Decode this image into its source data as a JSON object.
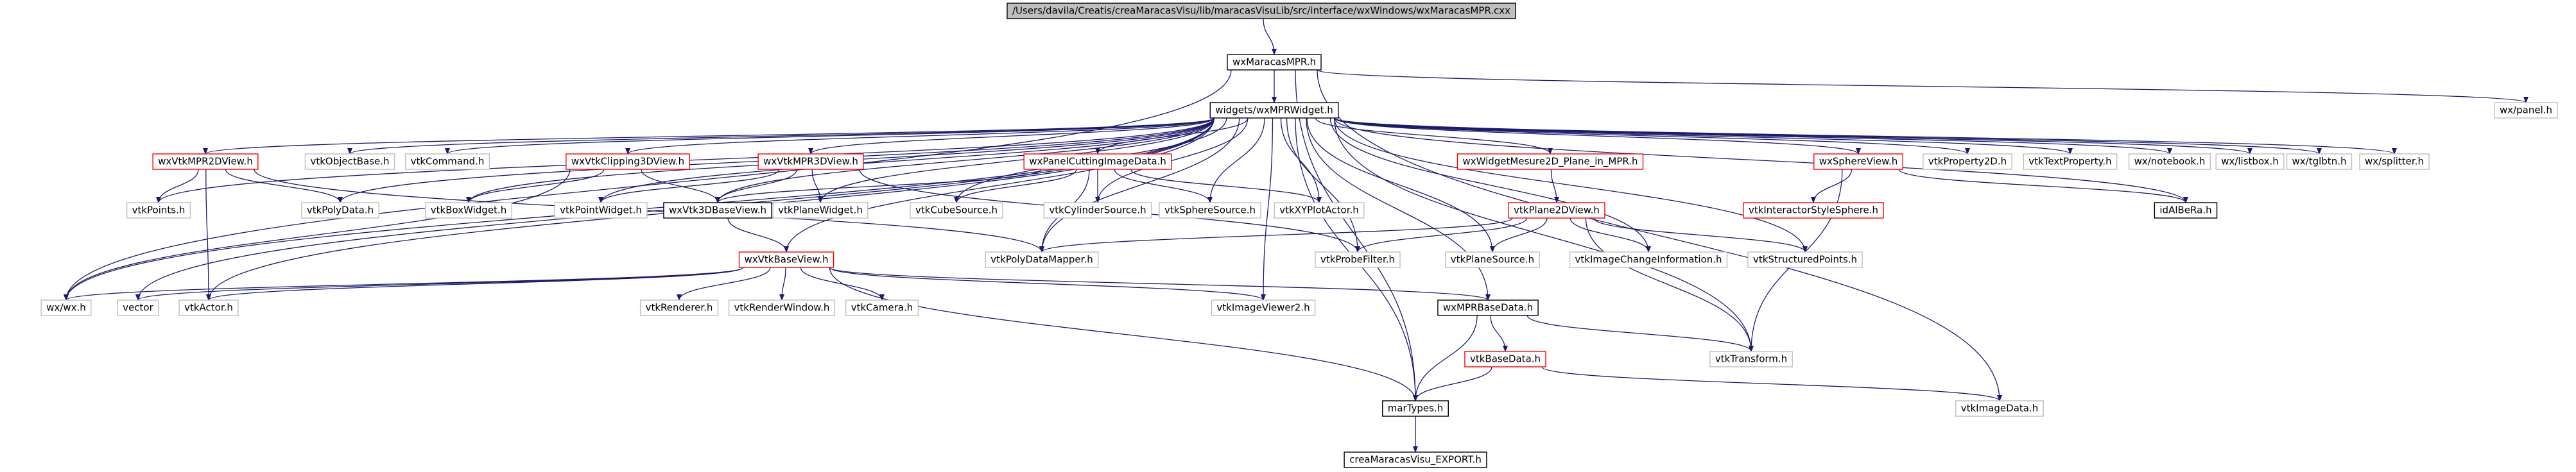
{
  "colors": {
    "root_fill": "#bfbfbf",
    "edge": "#191970",
    "red_border": "#ff0000",
    "black_border": "#000000",
    "gray_border": "#bfbfbf",
    "text": "#000000"
  },
  "nodes": [
    {
      "id": "root",
      "label": "/Users/davila/Creatis/creaMaracasVisu/lib/maracasVisuLib/src/interface/wxWindows/wxMaracasMPR.cxx",
      "style": "root"
    },
    {
      "id": "wxMaracasMPR",
      "label": "wxMaracasMPR.h",
      "style": "black"
    },
    {
      "id": "wxpanel",
      "label": "wx/panel.h",
      "style": "gray"
    },
    {
      "id": "wxMPRWidget",
      "label": "widgets/wxMPRWidget.h",
      "style": "black"
    },
    {
      "id": "wxVtkMPR2DView",
      "label": "wxVtkMPR2DView.h",
      "style": "red"
    },
    {
      "id": "vtkObjectBase",
      "label": "vtkObjectBase.h",
      "style": "gray"
    },
    {
      "id": "vtkCommand",
      "label": "vtkCommand.h",
      "style": "gray"
    },
    {
      "id": "wxVtkClipping3DView",
      "label": "wxVtkClipping3DView.h",
      "style": "red"
    },
    {
      "id": "wxVtkMPR3DView",
      "label": "wxVtkMPR3DView.h",
      "style": "red"
    },
    {
      "id": "wxPanelCuttingImageData",
      "label": "wxPanelCuttingImageData.h",
      "style": "red"
    },
    {
      "id": "wxWidgetMesure2D",
      "label": "wxWidgetMesure2D_Plane_in_MPR.h",
      "style": "red"
    },
    {
      "id": "wxSphereView",
      "label": "wxSphereView.h",
      "style": "red"
    },
    {
      "id": "vtkProperty2D",
      "label": "vtkProperty2D.h",
      "style": "gray"
    },
    {
      "id": "vtkTextProperty",
      "label": "vtkTextProperty.h",
      "style": "gray"
    },
    {
      "id": "wxnotebook",
      "label": "wx/notebook.h",
      "style": "gray"
    },
    {
      "id": "wxlistbox",
      "label": "wx/listbox.h",
      "style": "gray"
    },
    {
      "id": "wxtglbtn",
      "label": "wx/tglbtn.h",
      "style": "gray"
    },
    {
      "id": "wxsplitter",
      "label": "wx/splitter.h",
      "style": "gray"
    },
    {
      "id": "vtkPoints",
      "label": "vtkPoints.h",
      "style": "gray"
    },
    {
      "id": "vtkPolyData",
      "label": "vtkPolyData.h",
      "style": "gray"
    },
    {
      "id": "vtkBoxWidget",
      "label": "vtkBoxWidget.h",
      "style": "gray"
    },
    {
      "id": "vtkPointWidget",
      "label": "vtkPointWidget.h",
      "style": "gray"
    },
    {
      "id": "wxVtk3DBaseView",
      "label": "wxVtk3DBaseView.h",
      "style": "black"
    },
    {
      "id": "vtkPlaneWidget",
      "label": "vtkPlaneWidget.h",
      "style": "gray"
    },
    {
      "id": "vtkCubeSource",
      "label": "vtkCubeSource.h",
      "style": "gray"
    },
    {
      "id": "vtkCylinderSource",
      "label": "vtkCylinderSource.h",
      "style": "gray"
    },
    {
      "id": "vtkSphereSource",
      "label": "vtkSphereSource.h",
      "style": "gray"
    },
    {
      "id": "vtkXYPlotActor",
      "label": "vtkXYPlotActor.h",
      "style": "gray"
    },
    {
      "id": "vtkPlane2DView",
      "label": "vtkPlane2DView.h",
      "style": "red"
    },
    {
      "id": "vtkInteractorStyleSphere",
      "label": "vtkInteractorStyleSphere.h",
      "style": "red"
    },
    {
      "id": "idAlBeRa",
      "label": "idAlBeRa.h",
      "style": "black"
    },
    {
      "id": "vtkPolyDataMapper",
      "label": "vtkPolyDataMapper.h",
      "style": "gray"
    },
    {
      "id": "vtkProbeFilter",
      "label": "vtkProbeFilter.h",
      "style": "gray"
    },
    {
      "id": "vtkPlaneSource",
      "label": "vtkPlaneSource.h",
      "style": "gray"
    },
    {
      "id": "vtkImageChangeInformation",
      "label": "vtkImageChangeInformation.h",
      "style": "gray"
    },
    {
      "id": "vtkStructuredPoints",
      "label": "vtkStructuredPoints.h",
      "style": "gray"
    },
    {
      "id": "wxVtkBaseView",
      "label": "wxVtkBaseView.h",
      "style": "red"
    },
    {
      "id": "wxwx",
      "label": "wx/wx.h",
      "style": "gray"
    },
    {
      "id": "vector",
      "label": "vector",
      "style": "gray"
    },
    {
      "id": "vtkActor",
      "label": "vtkActor.h",
      "style": "gray"
    },
    {
      "id": "vtkRenderer",
      "label": "vtkRenderer.h",
      "style": "gray"
    },
    {
      "id": "vtkRenderWindow",
      "label": "vtkRenderWindow.h",
      "style": "gray"
    },
    {
      "id": "vtkCamera",
      "label": "vtkCamera.h",
      "style": "gray"
    },
    {
      "id": "vtkImageViewer2",
      "label": "vtkImageViewer2.h",
      "style": "gray"
    },
    {
      "id": "wxMPRBaseData",
      "label": "wxMPRBaseData.h",
      "style": "black"
    },
    {
      "id": "vtkTransform",
      "label": "vtkTransform.h",
      "style": "gray"
    },
    {
      "id": "vtkBaseData",
      "label": "vtkBaseData.h",
      "style": "red"
    },
    {
      "id": "marTypes",
      "label": "marTypes.h",
      "style": "black"
    },
    {
      "id": "vtkImageData",
      "label": "vtkImageData.h",
      "style": "gray"
    },
    {
      "id": "creaExport",
      "label": "creaMaracasVisu_EXPORT.h",
      "style": "black"
    }
  ],
  "edges": [
    [
      "root",
      "wxMaracasMPR"
    ],
    [
      "wxMaracasMPR",
      "wxpanel"
    ],
    [
      "wxMaracasMPR",
      "wxMPRWidget"
    ],
    [
      "wxMaracasMPR",
      "wxwx"
    ],
    [
      "wxMaracasMPR",
      "marTypes"
    ],
    [
      "wxMaracasMPR",
      "vtkImageData"
    ],
    [
      "wxMPRWidget",
      "wxVtkMPR2DView"
    ],
    [
      "wxMPRWidget",
      "vtkObjectBase"
    ],
    [
      "wxMPRWidget",
      "vtkCommand"
    ],
    [
      "wxMPRWidget",
      "wxVtkClipping3DView"
    ],
    [
      "wxMPRWidget",
      "wxVtkMPR3DView"
    ],
    [
      "wxMPRWidget",
      "wxPanelCuttingImageData"
    ],
    [
      "wxMPRWidget",
      "wxWidgetMesure2D"
    ],
    [
      "wxMPRWidget",
      "wxSphereView"
    ],
    [
      "wxMPRWidget",
      "vtkProperty2D"
    ],
    [
      "wxMPRWidget",
      "vtkTextProperty"
    ],
    [
      "wxMPRWidget",
      "wxnotebook"
    ],
    [
      "wxMPRWidget",
      "wxlistbox"
    ],
    [
      "wxMPRWidget",
      "wxtglbtn"
    ],
    [
      "wxMPRWidget",
      "wxsplitter"
    ],
    [
      "wxMPRWidget",
      "vtkPoints"
    ],
    [
      "wxMPRWidget",
      "vtkPolyData"
    ],
    [
      "wxMPRWidget",
      "vtkBoxWidget"
    ],
    [
      "wxMPRWidget",
      "vtkPointWidget"
    ],
    [
      "wxMPRWidget",
      "wxVtk3DBaseView"
    ],
    [
      "wxMPRWidget",
      "vtkPlaneWidget"
    ],
    [
      "wxMPRWidget",
      "vtkCubeSource"
    ],
    [
      "wxMPRWidget",
      "vtkCylinderSource"
    ],
    [
      "wxMPRWidget",
      "vtkSphereSource"
    ],
    [
      "wxMPRWidget",
      "vtkXYPlotActor"
    ],
    [
      "wxMPRWidget",
      "vtkPlaneSource"
    ],
    [
      "wxMPRWidget",
      "vtkImageChangeInformation"
    ],
    [
      "wxMPRWidget",
      "vtkStructuredPoints"
    ],
    [
      "wxMPRWidget",
      "idAlBeRa"
    ],
    [
      "wxMPRWidget",
      "vtkTransform"
    ],
    [
      "wxMPRWidget",
      "wxVtkBaseView"
    ],
    [
      "wxMPRWidget",
      "vector"
    ],
    [
      "wxMPRWidget",
      "vtkActor"
    ],
    [
      "wxMPRWidget",
      "vtkImageViewer2"
    ],
    [
      "wxMPRWidget",
      "wxMPRBaseData"
    ],
    [
      "wxMPRWidget",
      "marTypes"
    ],
    [
      "wxMPRWidget",
      "wxwx"
    ],
    [
      "wxMPRWidget",
      "vtkProbeFilter"
    ],
    [
      "wxMPRWidget",
      "vtkPolyDataMapper"
    ],
    [
      "wxVtkMPR2DView",
      "vtkPoints"
    ],
    [
      "wxVtkMPR2DView",
      "vtkPolyData"
    ],
    [
      "wxVtkMPR2DView",
      "vtkActor"
    ],
    [
      "wxVtkMPR2DView",
      "vtkPolyDataMapper"
    ],
    [
      "wxVtkClipping3DView",
      "wxVtk3DBaseView"
    ],
    [
      "wxVtkClipping3DView",
      "vtkBoxWidget"
    ],
    [
      "wxVtkClipping3DView",
      "wxwx"
    ],
    [
      "wxVtkMPR3DView",
      "wxVtk3DBaseView"
    ],
    [
      "wxVtkMPR3DView",
      "vtkPointWidget"
    ],
    [
      "wxVtkMPR3DView",
      "vtkPlaneWidget"
    ],
    [
      "wxVtkMPR3DView",
      "vtkProbeFilter"
    ],
    [
      "wxPanelCuttingImageData",
      "wxVtk3DBaseView"
    ],
    [
      "wxPanelCuttingImageData",
      "vtkCubeSource"
    ],
    [
      "wxPanelCuttingImageData",
      "vtkCylinderSource"
    ],
    [
      "wxPanelCuttingImageData",
      "vtkSphereSource"
    ],
    [
      "wxPanelCuttingImageData",
      "vtkXYPlotActor"
    ],
    [
      "wxPanelCuttingImageData",
      "vtkPolyDataMapper"
    ],
    [
      "wxWidgetMesure2D",
      "vtkPlane2DView"
    ],
    [
      "vtkPlane2DView",
      "vtkPlaneSource"
    ],
    [
      "vtkPlane2DView",
      "vtkImageChangeInformation"
    ],
    [
      "vtkPlane2DView",
      "vtkStructuredPoints"
    ],
    [
      "vtkPlane2DView",
      "vtkProbeFilter"
    ],
    [
      "vtkPlane2DView",
      "vtkPolyDataMapper"
    ],
    [
      "vtkPlane2DView",
      "vtkTransform"
    ],
    [
      "wxSphereView",
      "vtkInteractorStyleSphere"
    ],
    [
      "wxSphereView",
      "idAlBeRa"
    ],
    [
      "wxSphereView",
      "vtkTransform"
    ],
    [
      "wxVtk3DBaseView",
      "wxVtkBaseView"
    ],
    [
      "wxVtkBaseView",
      "wxwx"
    ],
    [
      "wxVtkBaseView",
      "vector"
    ],
    [
      "wxVtkBaseView",
      "vtkActor"
    ],
    [
      "wxVtkBaseView",
      "vtkRenderer"
    ],
    [
      "wxVtkBaseView",
      "vtkRenderWindow"
    ],
    [
      "wxVtkBaseView",
      "vtkCamera"
    ],
    [
      "wxVtkBaseView",
      "vtkImageViewer2"
    ],
    [
      "wxVtkBaseView",
      "wxMPRBaseData"
    ],
    [
      "wxVtkBaseView",
      "marTypes"
    ],
    [
      "wxMPRBaseData",
      "vtkBaseData"
    ],
    [
      "wxMPRBaseData",
      "marTypes"
    ],
    [
      "wxMPRBaseData",
      "vtkTransform"
    ],
    [
      "vtkBaseData",
      "marTypes"
    ],
    [
      "vtkBaseData",
      "vtkImageData"
    ],
    [
      "marTypes",
      "creaExport"
    ]
  ]
}
